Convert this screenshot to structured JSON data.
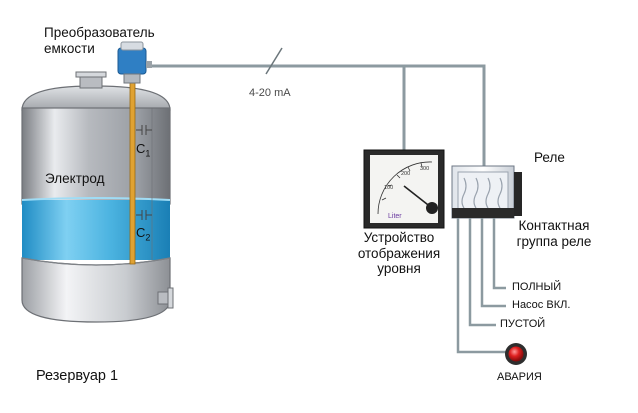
{
  "transducer": {
    "label": "Преобразователь\nемкости"
  },
  "signal": {
    "label": "4-20 mA"
  },
  "tank": {
    "electrode_label": "Электрод",
    "name": "Резервуар 1",
    "capacitors": [
      {
        "letter": "C",
        "subscript": "1"
      },
      {
        "letter": "C",
        "subscript": "2"
      }
    ]
  },
  "display": {
    "label": "Устройство\nотображения\nуровня",
    "dial": {
      "ticks": [
        "100",
        "200",
        "300"
      ],
      "unit": "Liter"
    }
  },
  "relay": {
    "label": "Реле",
    "contacts_label": "Контактная\nгруппа реле",
    "outputs": [
      "ПОЛНЫЙ",
      "Насос ВКЛ.",
      "ПУСТОЙ"
    ],
    "alarm": "АВАРИЯ"
  },
  "colors": {
    "wire": "#8c9aa0",
    "water": "#3aa8d8",
    "electrode": "#e0a232",
    "transducer": "#2f7fc4",
    "alarm": "#e02020",
    "dial_unit": "#6a3aa0"
  }
}
